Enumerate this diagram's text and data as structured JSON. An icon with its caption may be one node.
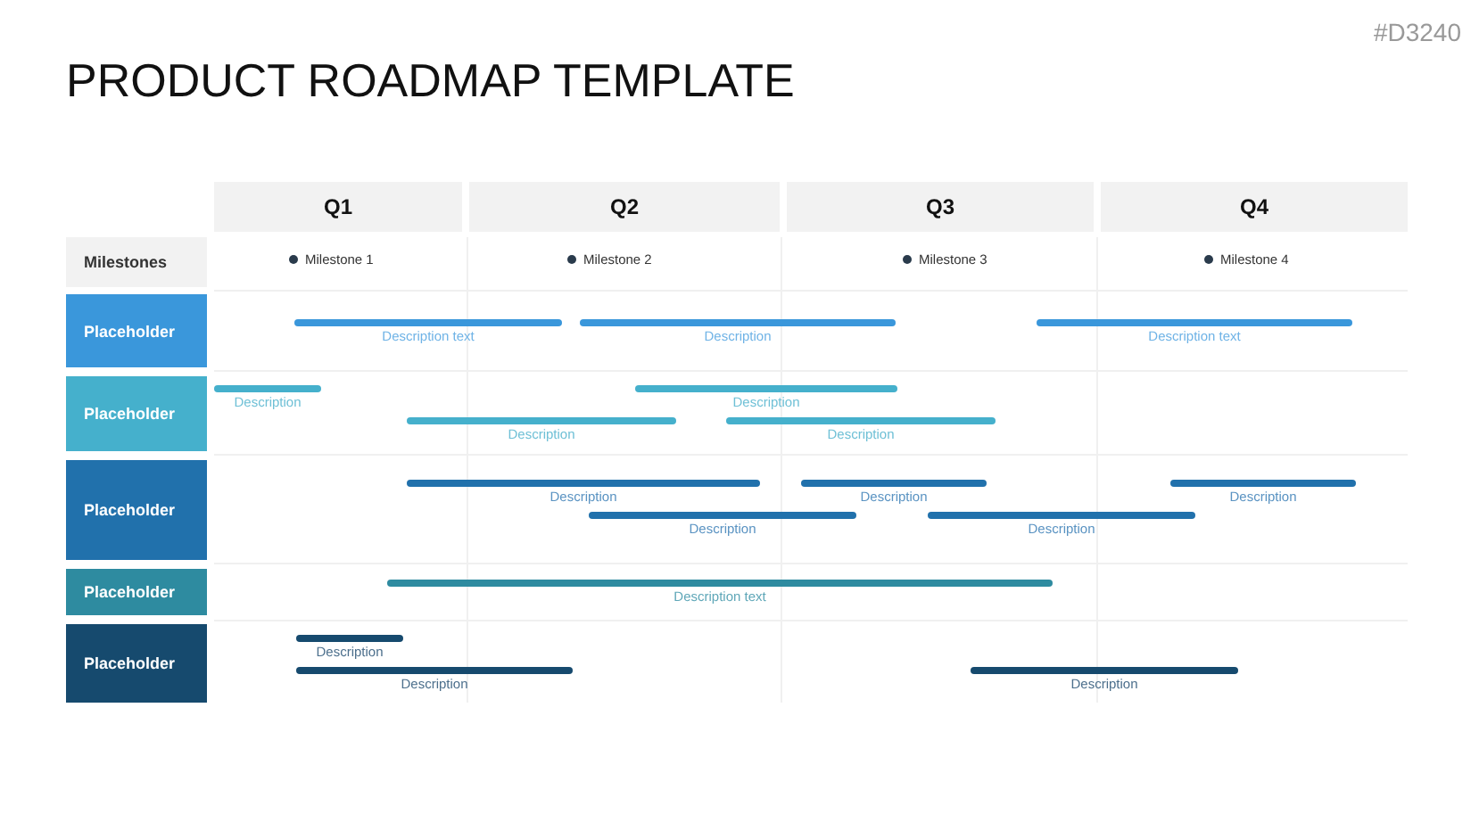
{
  "diagram": {
    "title": "PRODUCT ROADMAP TEMPLATE",
    "nodes": [
      {
        "text": [
          "Q1"
        ]
      },
      {
        "text": [
          "Q2"
        ]
      },
      {
        "text": [
          "Q3"
        ]
      },
      {
        "text": [
          "Q4"
        ]
      },
      {
        "text": [
          "Milestones"
        ]
      },
      {
        "text": [
          "Placeholder"
        ]
      },
      {
        "text": [
          "Placeholder"
        ]
      },
      {
        "text": [
          "Placeholder"
        ]
      },
      {
        "text": [
          "Placeholder"
        ]
      },
      {
        "text": [
          "Placeholder"
        ]
      },
      {
        "text": [
          "Description text"
        ]
      },
      {
        "text": [
          "Description"
        ]
      },
      {
        "text": [
          "Description text"
        ]
      },
      {
        "text": [
          "Description"
        ]
      },
      {
        "text": [
          "Description"
        ]
      },
      {
        "text": [
          "Description"
        ]
      },
      {
        "text": [
          "Description"
        ]
      },
      {
        "text": [
          "Description"
        ]
      },
      {
        "text": [
          "Description"
        ]
      },
      {
        "text": [
          "Description"
        ]
      },
      {
        "text": [
          "Description"
        ]
      },
      {
        "text": [
          "Description"
        ]
      },
      {
        "text": [
          "Description text"
        ]
      },
      {
        "text": [
          "Description"
        ]
      },
      {
        "text": [
          "Description"
        ]
      },
      {
        "text": [
          "Description"
        ]
      }
    ],
    "labels": [
      "#D3240",
      "Milestone 1",
      "Milestone 2",
      "Milestone 3",
      "Milestone 4"
    ]
  }
}
